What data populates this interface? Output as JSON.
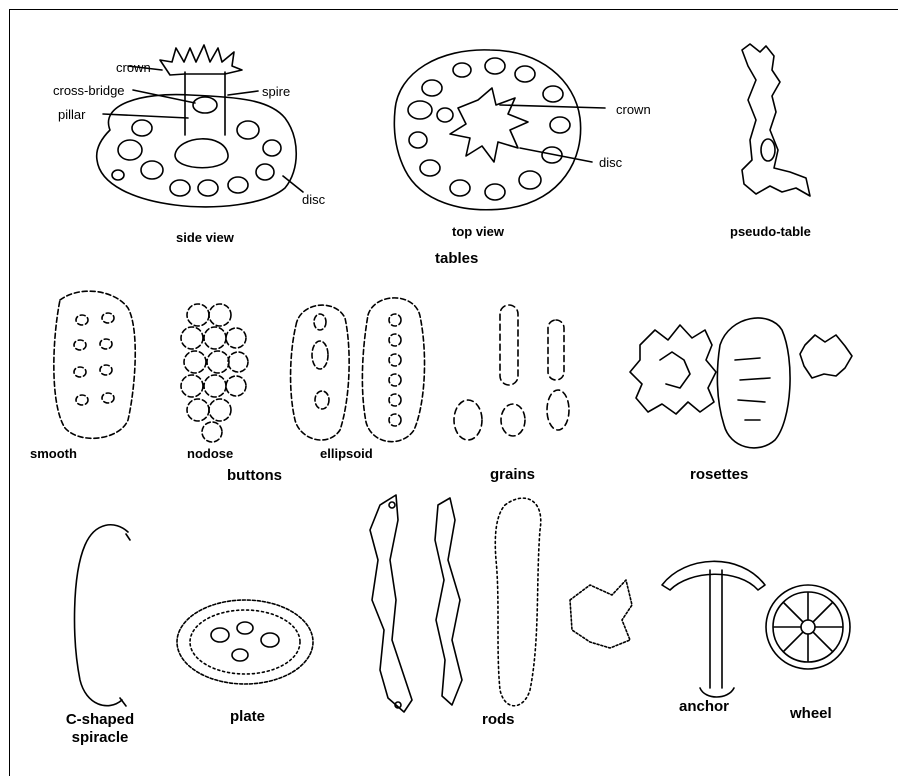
{
  "tables": {
    "group": "tables",
    "side_view": {
      "caption": "side view",
      "parts": {
        "crown": "crown",
        "cross_bridge": "cross-bridge",
        "pillar": "pillar",
        "spire": "spire",
        "disc": "disc"
      }
    },
    "top_view": {
      "caption": "top view",
      "parts": {
        "crown": "crown",
        "disc": "disc"
      }
    },
    "pseudo_table": "pseudo-table"
  },
  "buttons": {
    "group": "buttons",
    "smooth": "smooth",
    "nodose": "nodose",
    "ellipsoid": "ellipsoid"
  },
  "grains": "grains",
  "rosettes": "rosettes",
  "spiracle": {
    "line1": "C-shaped",
    "line2": "spiracle"
  },
  "plate": "plate",
  "rods": "rods",
  "anchor": "anchor",
  "wheel": "wheel"
}
